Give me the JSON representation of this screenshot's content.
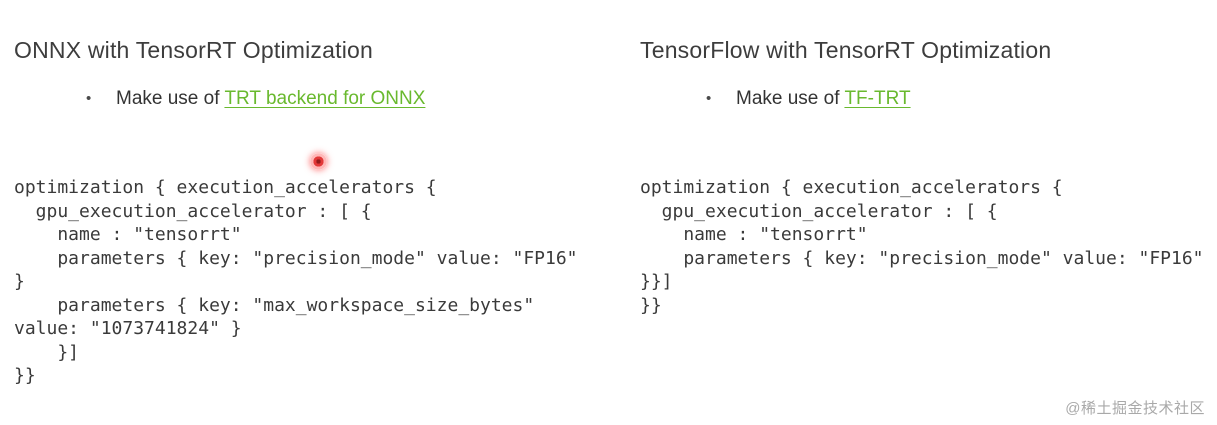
{
  "left": {
    "title": "ONNX with TensorRT Optimization",
    "bullet_prefix": "Make use of ",
    "bullet_link": "TRT backend for ONNX",
    "code_lines": [
      "optimization { execution_accelerators {",
      "  gpu_execution_accelerator : [ {",
      "    name : \"tensorrt\"",
      "    parameters { key: \"precision_mode\" value: \"FP16\"",
      "}",
      "    parameters { key: \"max_workspace_size_bytes\"",
      "value: \"1073741824\" }",
      "    }]",
      "}}"
    ]
  },
  "right": {
    "title": "TensorFlow with TensorRT Optimization",
    "bullet_prefix": "Make use of ",
    "bullet_link": "TF-TRT",
    "code_lines": [
      "optimization { execution_accelerators {",
      "  gpu_execution_accelerator : [ {",
      "    name : \"tensorrt\"",
      "    parameters { key: \"precision_mode\" value: \"FP16\"",
      "}}]",
      "}}"
    ]
  },
  "bullet_glyph": "•",
  "watermark": "@稀土掘金技术社区",
  "colors": {
    "link_green": "#69b92e",
    "title_gray": "#3d3d3d",
    "body_gray": "#333333",
    "code_gray": "#3a3a3a",
    "watermark_gray": "#a9a9a9",
    "laser_red": "#e12d2d"
  }
}
